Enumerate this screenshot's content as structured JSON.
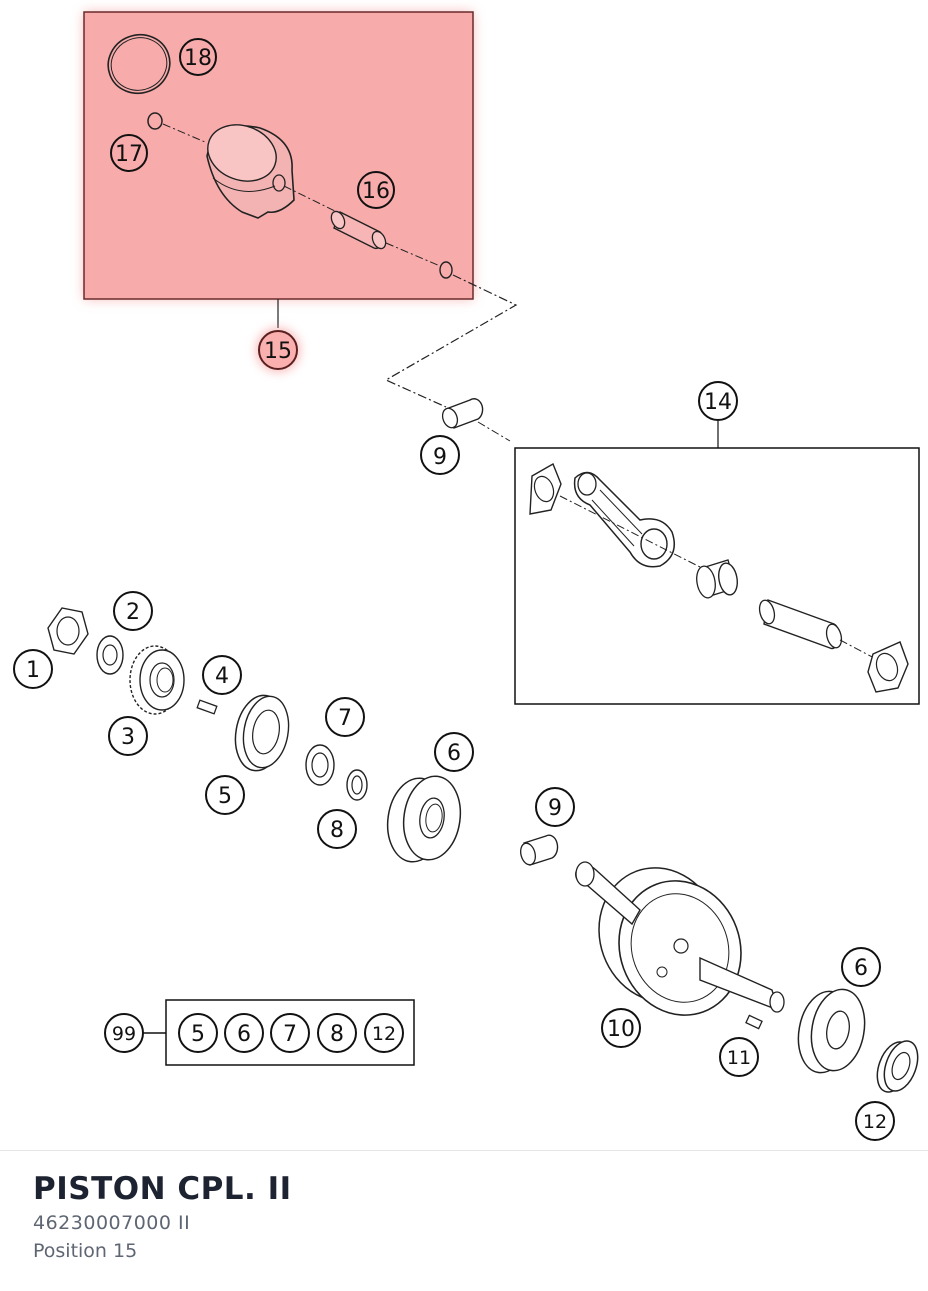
{
  "diagram": {
    "callouts": {
      "c1": "1",
      "c2": "2",
      "c3": "3",
      "c4": "4",
      "c5": "5",
      "c6a": "6",
      "c6b": "6",
      "c7": "7",
      "c8": "8",
      "c9a": "9",
      "c9b": "9",
      "c10": "10",
      "c11": "11",
      "c12": "12",
      "c14": "14",
      "c15": "15",
      "c16": "16",
      "c17": "17",
      "c18": "18",
      "c99": "99"
    },
    "kit": [
      "5",
      "6",
      "7",
      "8",
      "12"
    ],
    "highlight_color": "#f7a8a8",
    "highlight_border": "#8a3a3a"
  },
  "part": {
    "title": "PISTON CPL. II",
    "number": "46230007000 II",
    "position": "Position 15"
  }
}
